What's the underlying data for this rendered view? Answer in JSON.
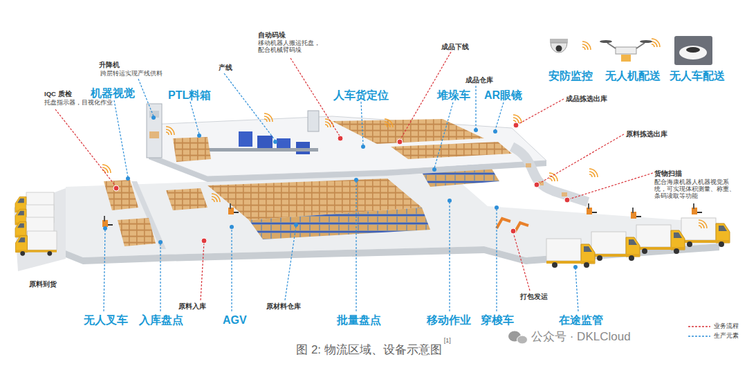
{
  "diagram": {
    "caption": "图 2: 物流区域、设备示意图",
    "labels": [
      "自动码垛",
      "移动机器人搬运托盘， 配合机械臂码垛",
      "成品下线",
      "升降机",
      "跨层转运实现产线供料",
      "产线",
      "安防监控",
      "无人机配送",
      "无人车配送",
      "成品仓库",
      "IQC 质检",
      "托盘指示器，目视化作业",
      "机器视觉",
      "PTL料箱",
      "人车货定位",
      "堆垛车",
      "AR眼镜",
      "成品拣选出库",
      "原料拣选出库",
      "货物扫描",
      "配合海康机器人机器视觉系统，可实现体积测量、称重、条码读取等功能",
      "原料到货",
      "打包发运",
      "原料入库",
      "原材料仓库",
      "无人叉车",
      "入库盘点",
      "AGV",
      "批量盘点",
      "移动作业",
      "穿梭车",
      "在途监管",
      "公众号 · DKLCloud",
      "[1]"
    ],
    "legend": [
      {
        "text": "业务流程"
      },
      {
        "text": "生产元素"
      }
    ]
  }
}
